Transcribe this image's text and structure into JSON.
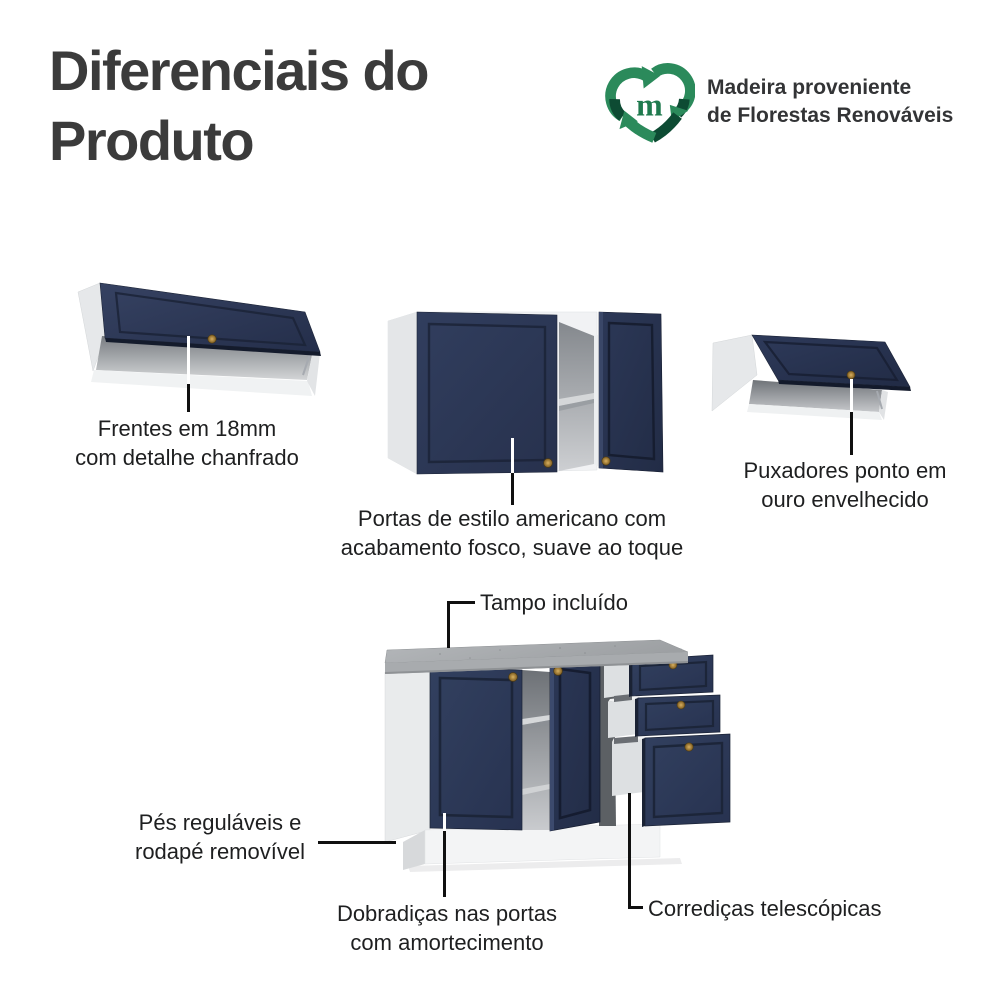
{
  "header": {
    "title_line1": "Diferenciais do",
    "title_line2": "Produto"
  },
  "eco_badge": {
    "icon": "recycle-heart-icon",
    "icon_letter": "m",
    "line1": "Madeira proveniente",
    "line2": "de Florestas Renováveis"
  },
  "callouts": {
    "fronts": {
      "line1": "Frentes em 18mm",
      "line2": "com detalhe chanfrado"
    },
    "doors": {
      "line1": "Portas de estilo americano com",
      "line2": "acabamento fosco, suave ao toque"
    },
    "handles": {
      "line1": "Puxadores ponto em",
      "line2": "ouro envelhecido"
    },
    "countertop": {
      "line1": "Tampo incluído"
    },
    "feet": {
      "line1": "Pés reguláveis e",
      "line2": "rodapé removível"
    },
    "hinges": {
      "line1": "Dobradiças nas portas",
      "line2": "com amortecimento"
    },
    "slides": {
      "line1": "Corrediças telescópicas"
    }
  },
  "colors": {
    "navy_door": "#2a3550",
    "door_frame_groove": "#1b2337",
    "gold_knob": "#a97c2f",
    "carcass_white": "#f1f2f4",
    "interior_gray": "#8e9296",
    "countertop_gray": "#a8abae",
    "eco_green": "#2b8a5b",
    "eco_green_dark": "#0d4b33",
    "title_text": "#3b3b3b",
    "label_text": "#1e1f20",
    "callout_line": "#101010"
  }
}
